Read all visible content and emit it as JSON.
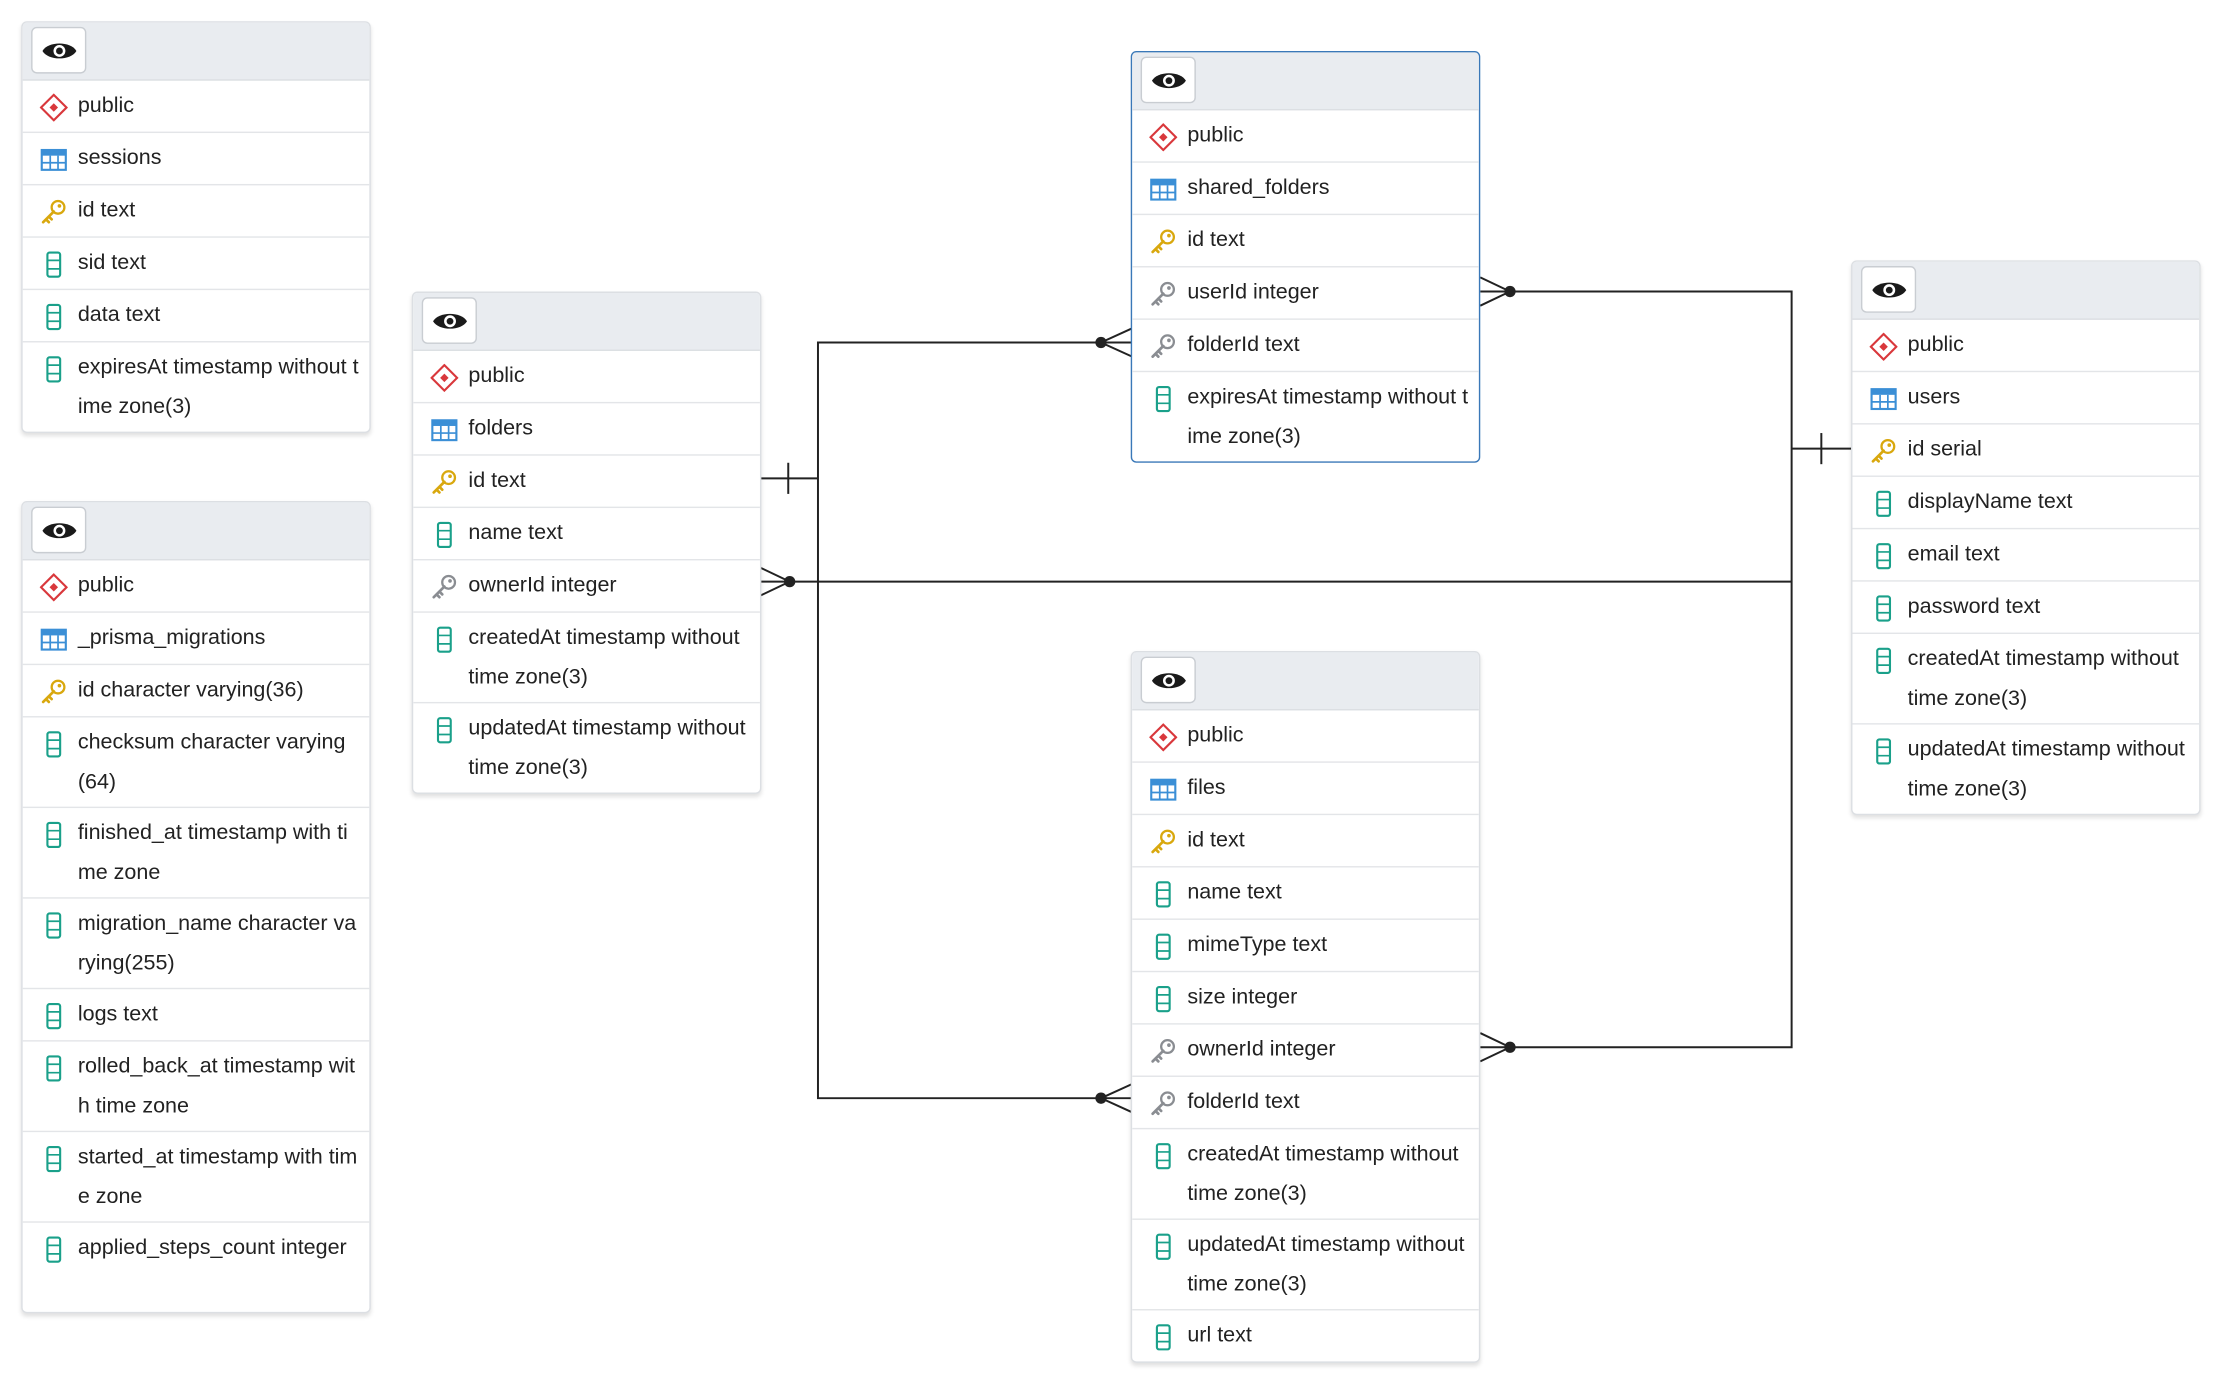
{
  "tables": {
    "sessions": {
      "schema": "public",
      "name": "sessions",
      "columns": [
        "id text",
        "sid text",
        "data text",
        "expiresAt timestamp without time zone(3)"
      ]
    },
    "prisma_migrations": {
      "schema": "public",
      "name": "_prisma_migrations",
      "columns": [
        "id character varying(36)",
        "checksum character varying(64)",
        "finished_at timestamp with time zone",
        "migration_name character varying(255)",
        "logs text",
        "rolled_back_at timestamp with time zone",
        "started_at timestamp with time zone",
        "applied_steps_count integer"
      ]
    },
    "folders": {
      "schema": "public",
      "name": "folders",
      "columns": [
        "id text",
        "name text",
        "ownerId integer",
        "createdAt timestamp without time zone(3)",
        "updatedAt timestamp without time zone(3)"
      ]
    },
    "shared_folders": {
      "schema": "public",
      "name": "shared_folders",
      "columns": [
        "id text",
        "userId integer",
        "folderId text",
        "expiresAt timestamp without time zone(3)"
      ]
    },
    "files": {
      "schema": "public",
      "name": "files",
      "columns": [
        "id text",
        "name text",
        "mimeType text",
        "size integer",
        "ownerId integer",
        "folderId text",
        "createdAt timestamp without time zone(3)",
        "updatedAt timestamp without time zone(3)",
        "url text"
      ]
    },
    "users": {
      "schema": "public",
      "name": "users",
      "columns": [
        "id serial",
        "displayName text",
        "email text",
        "password text",
        "createdAt timestamp without time zone(3)",
        "updatedAt timestamp without time zone(3)"
      ]
    }
  },
  "icons": {
    "view": "eye-icon",
    "schema": "schema-diamond-icon",
    "table": "table-grid-icon",
    "primary_key": "primary-key-icon",
    "foreign_key": "foreign-key-icon",
    "column": "column-icon"
  },
  "colors": {
    "header": "#e9ecf0",
    "selected_border": "#3a78b8",
    "primary_key": "#e8b81a",
    "foreign_key": "#8a8d92",
    "column": "#1aa08a",
    "schema": "#d9383c",
    "table": "#3b8fd6",
    "line": "#222222"
  }
}
